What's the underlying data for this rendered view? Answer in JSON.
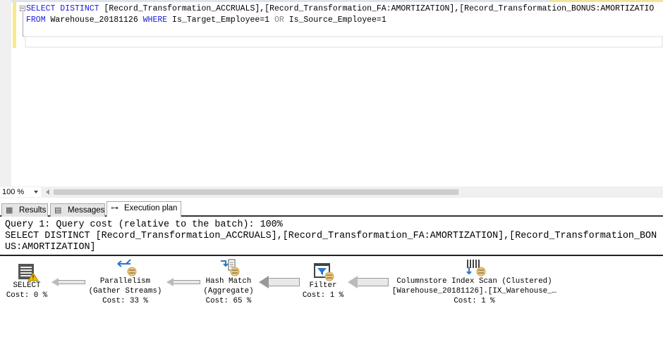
{
  "editor": {
    "line1": {
      "kw": "SELECT DISTINCT",
      "rest": " [Record_Transformation_ACCRUALS],[Record_Transformation_FA:AMORTIZATION],[Record_Transformation_BONUS:AMORTIZATIO"
    },
    "line2": {
      "kw1": "FROM",
      "t1": " Warehouse_20181126 ",
      "kw2": "WHERE",
      "t2": " Is_Target_Employee=1 ",
      "kw3": "OR",
      "t3": " Is_Source_Employee=1"
    }
  },
  "zoom": {
    "value": "100 %"
  },
  "tabs": [
    {
      "label": "Results",
      "icon": "grid-icon"
    },
    {
      "label": "Messages",
      "icon": "messages-icon"
    },
    {
      "label": "Execution plan",
      "icon": "plan-icon",
      "active": true
    }
  ],
  "plan": {
    "query_cost": "Query 1: Query cost (relative to the batch): 100%",
    "query_text": "SELECT DISTINCT [Record_Transformation_ACCRUALS],[Record_Transformation_FA:AMORTIZATION],[Record_Transformation_BONUS:AMORTIZATION]",
    "nodes": [
      {
        "name": "SELECT",
        "sub": "",
        "cost": "Cost: 0 %"
      },
      {
        "name": "Parallelism",
        "sub": "(Gather Streams)",
        "cost": "Cost: 33 %"
      },
      {
        "name": "Hash Match",
        "sub": "(Aggregate)",
        "cost": "Cost: 65 %"
      },
      {
        "name": "Filter",
        "sub": "",
        "cost": "Cost: 1 %"
      },
      {
        "name": "Columnstore Index Scan (Clustered)",
        "sub": "[Warehouse_20181126].[IX_Warehouse_…",
        "cost": "Cost: 1 %"
      }
    ]
  }
}
